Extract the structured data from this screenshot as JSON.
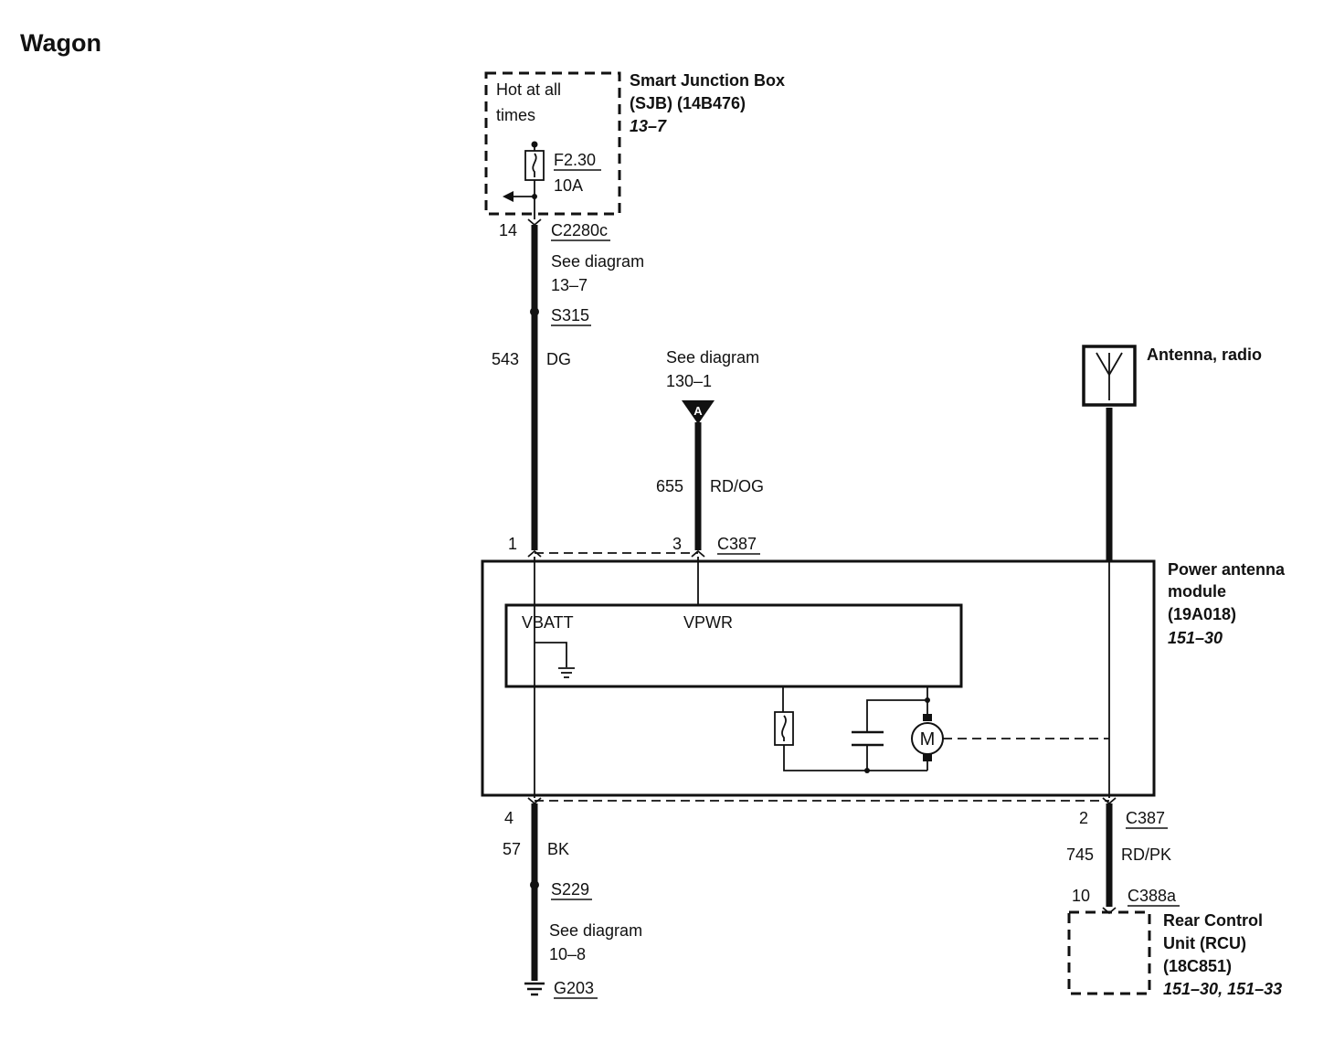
{
  "title": "Wagon",
  "sjb": {
    "name_line1": "Smart Junction Box",
    "name_line2": "(SJB) (14B476)",
    "ref": "13–7",
    "hot_line1": "Hot at all",
    "hot_line2": "times",
    "fuse_id": "F2.30",
    "fuse_rating": "10A"
  },
  "circuit_543": {
    "pin": "14",
    "connector": "C2280c",
    "see_line1": "See diagram",
    "see_line2": "13–7",
    "splice": "S315",
    "circuit": "543",
    "color": "DG"
  },
  "circuit_655": {
    "see_line1": "See diagram",
    "see_line2": "130–1",
    "marker": "A",
    "circuit": "655",
    "color": "RD/OG"
  },
  "antenna": {
    "name": "Antenna, radio"
  },
  "module": {
    "name_line1": "Power antenna",
    "name_line2": "module",
    "name_line3": "(19A018)",
    "ref": "151–30",
    "pin1": "1",
    "pin3": "3",
    "connector_top": "C387",
    "vbatt": "VBATT",
    "vpwr": "VPWR",
    "motor": "M",
    "pin4": "4",
    "pin2": "2",
    "connector_bottom": "C387"
  },
  "circuit_57": {
    "circuit": "57",
    "color": "BK",
    "splice": "S229",
    "see_line1": "See diagram",
    "see_line2": "10–8",
    "ground": "G203"
  },
  "circuit_745": {
    "circuit": "745",
    "color": "RD/PK",
    "pin": "10",
    "connector": "C388a"
  },
  "rcu": {
    "name_line1": "Rear Control",
    "name_line2": "Unit (RCU)",
    "name_line3": "(18C851)",
    "ref": "151–30, 151–33"
  }
}
